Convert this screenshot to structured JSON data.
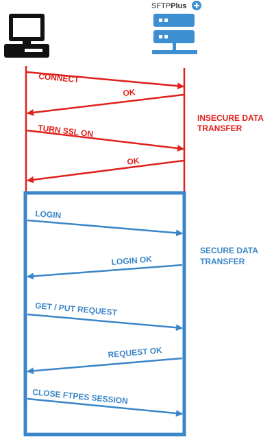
{
  "brand": {
    "name_light": "SFTP",
    "name_bold": "Plus"
  },
  "zones": {
    "insecure": {
      "line1": "INSECURE DATA",
      "line2": "TRANSFER",
      "color": "#e0201b"
    },
    "secure": {
      "line1": "SECURE DATA",
      "line2": "TRANSFER",
      "color": "#3a86c8"
    }
  },
  "messages": [
    {
      "label": "CONNECT",
      "direction": "client-to-server",
      "zone": "insecure"
    },
    {
      "label": "OK",
      "direction": "server-to-client",
      "zone": "insecure"
    },
    {
      "label": "TURN SSL ON",
      "direction": "client-to-server",
      "zone": "insecure"
    },
    {
      "label": "OK",
      "direction": "server-to-client",
      "zone": "insecure"
    },
    {
      "label": "LOGIN",
      "direction": "client-to-server",
      "zone": "secure"
    },
    {
      "label": "LOGIN OK",
      "direction": "server-to-client",
      "zone": "secure"
    },
    {
      "label": "GET / PUT REQUEST",
      "direction": "client-to-server",
      "zone": "secure"
    },
    {
      "label": "REQUEST OK",
      "direction": "server-to-client",
      "zone": "secure"
    },
    {
      "label": "CLOSE FTPES SESSION",
      "direction": "client-to-server",
      "zone": "secure"
    }
  ],
  "icons": {
    "client": "computer-icon",
    "server": "server-icon",
    "logo": "plus-badge-icon"
  }
}
